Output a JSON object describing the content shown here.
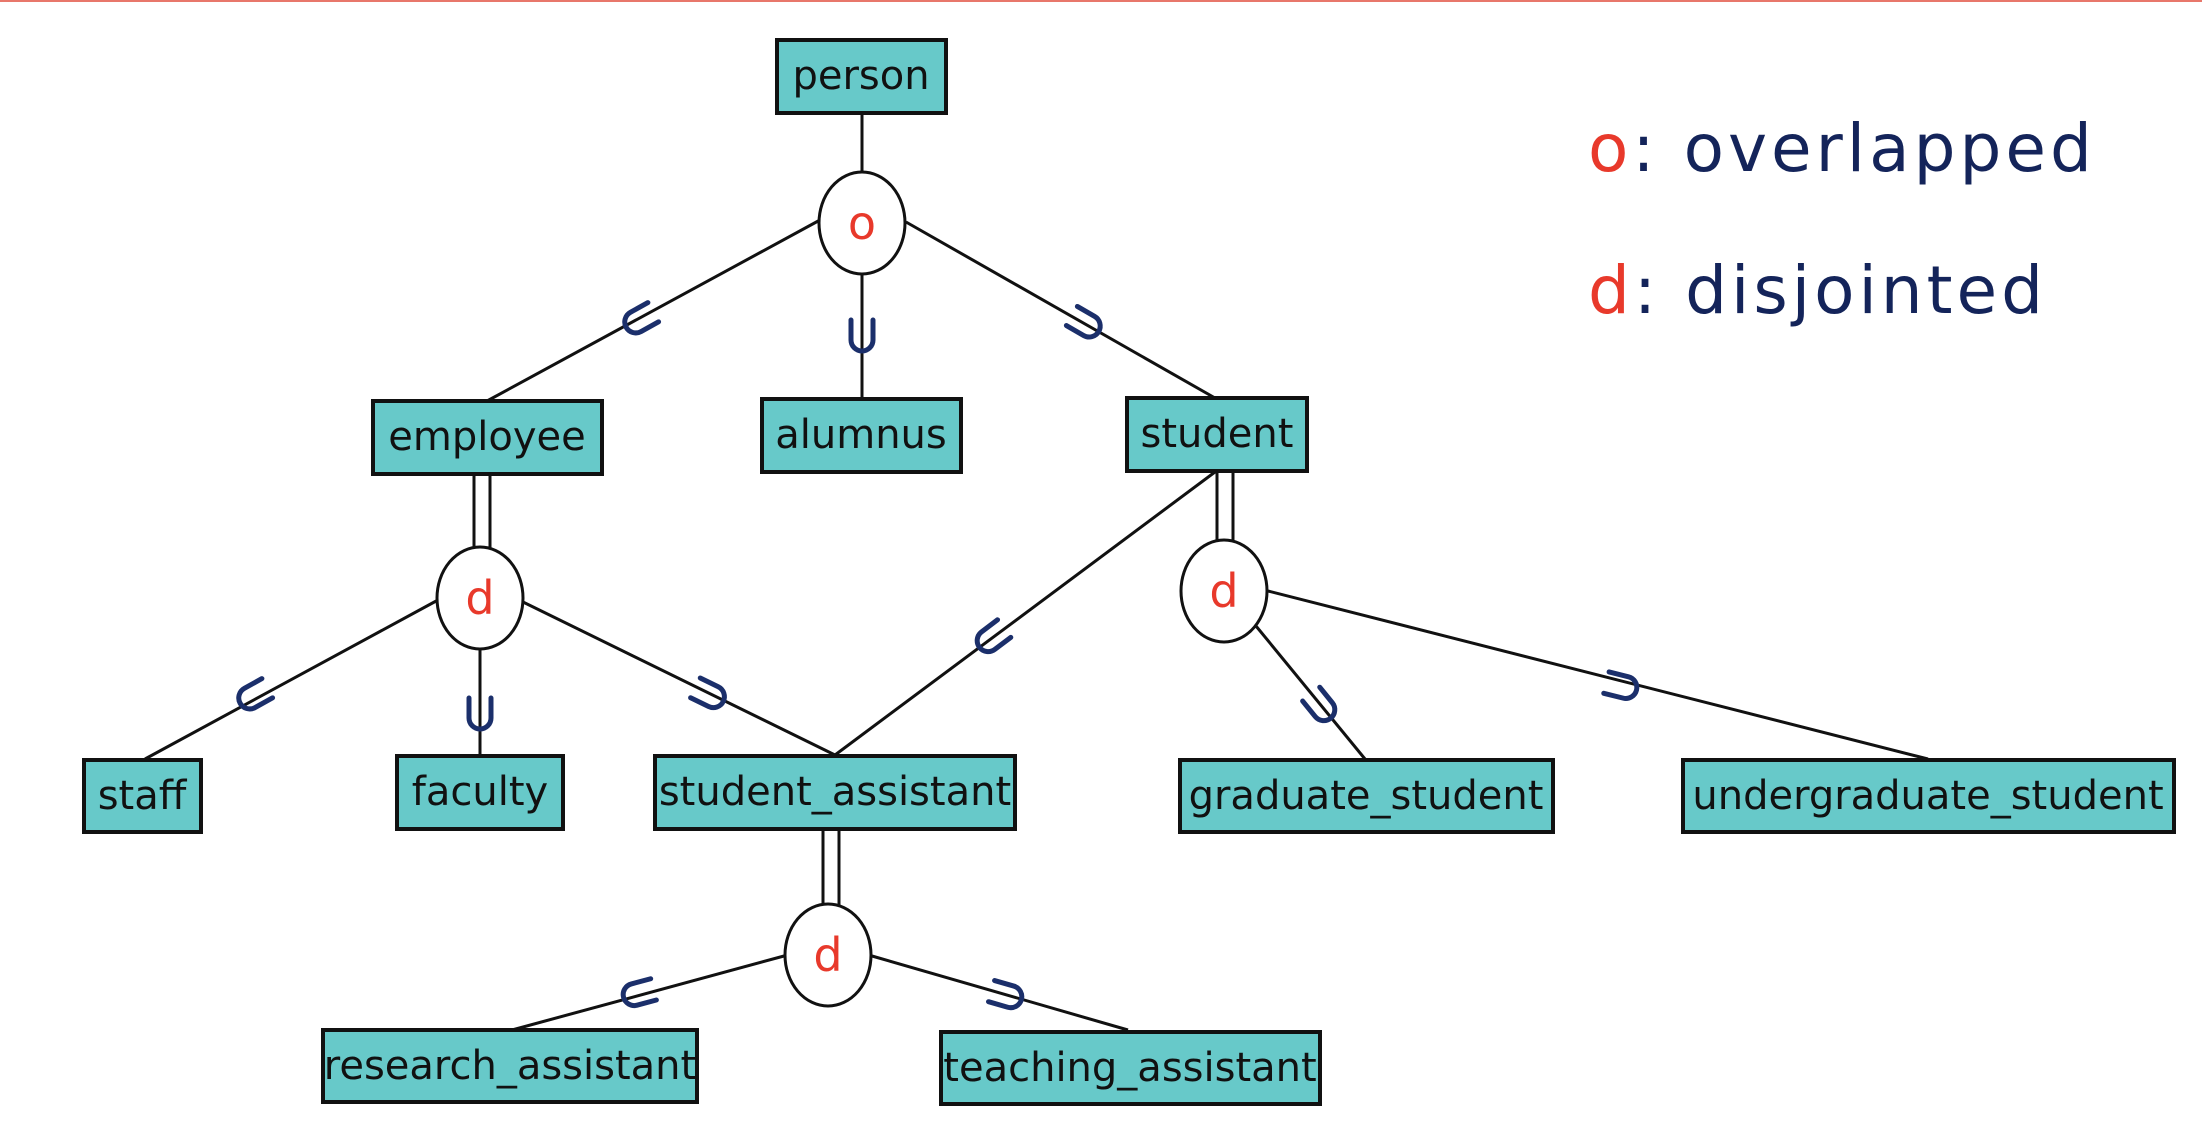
{
  "entities": {
    "person": "person",
    "employee": "employee",
    "alumnus": "alumnus",
    "student": "student",
    "staff": "staff",
    "faculty": "faculty",
    "student_assistant": "student_assistant",
    "graduate_student": "graduate_student",
    "undergraduate_student": "undergraduate_student",
    "research_assistant": "research_assistant",
    "teaching_assistant": "teaching_assistant"
  },
  "nodes": {
    "person_spec": "o",
    "employee_spec": "d",
    "student_spec": "d",
    "student_assistant_spec": "d"
  },
  "legend": {
    "overlapped": {
      "symbol": "o",
      "text": ": overlapped"
    },
    "disjointed": {
      "symbol": "d",
      "text": ": disjointed"
    }
  },
  "colors": {
    "entity_fill": "#67c9c9",
    "specialization_label": "#e8392b",
    "subset_symbol": "#1b2f6b",
    "legend_text": "#14245a"
  }
}
